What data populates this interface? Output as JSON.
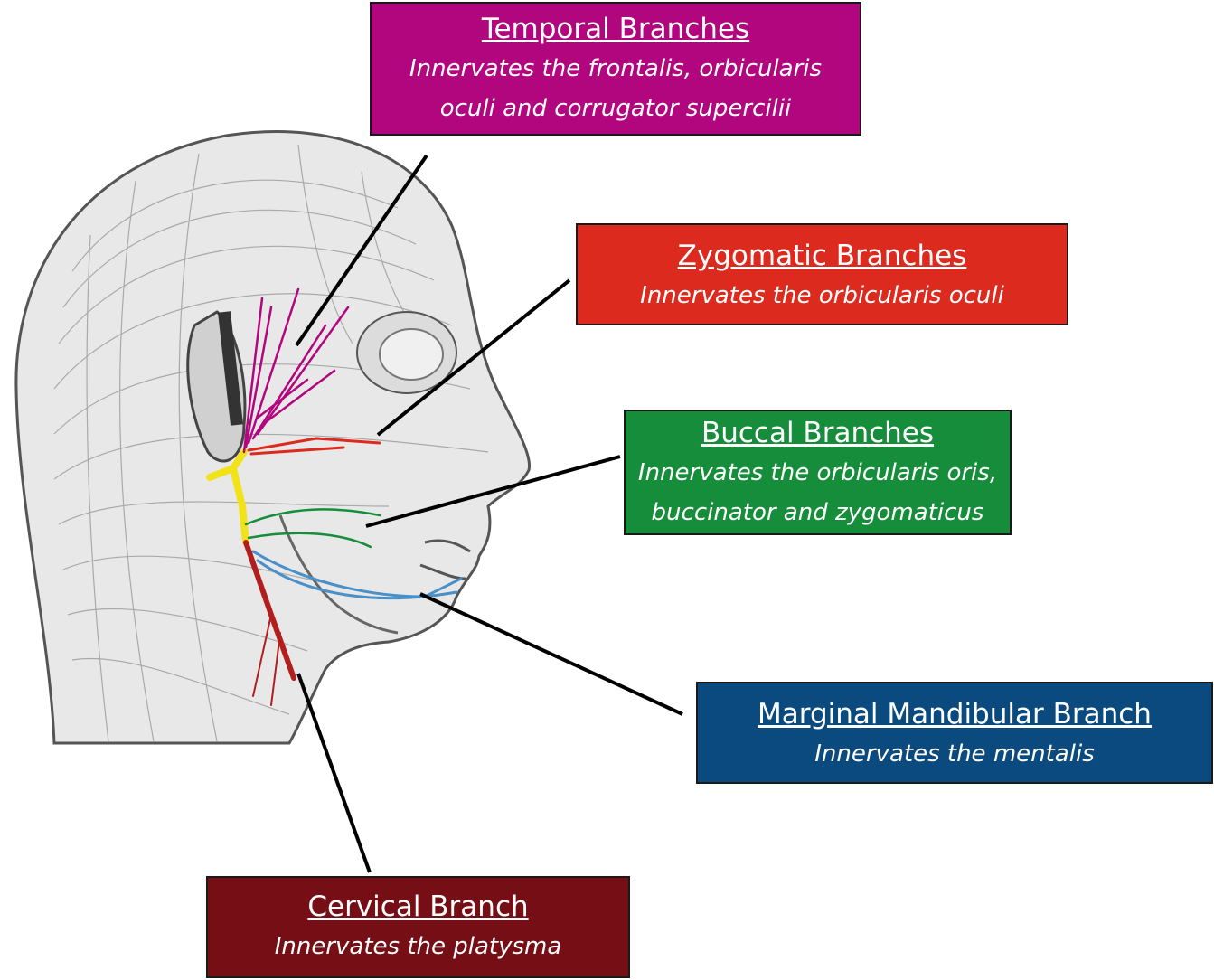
{
  "colors": {
    "temporal": "#b2067e",
    "zygomatic": "#dc2a1f",
    "buccal": "#168d3a",
    "marginal_mandibular": "#0b4a7e",
    "cervical": "#760e16",
    "facial_nerve_trunk": "#f2e21a",
    "cervical_nerve": "#b21e1e",
    "marginal_nerve": "#4a90c8"
  },
  "labels": {
    "temporal": {
      "title": "Temporal Branches",
      "desc_line1": "Innervates the frontalis, orbicularis",
      "desc_line2": "oculi and corrugator supercilii"
    },
    "zygomatic": {
      "title": "Zygomatic Branches",
      "desc_line1": "Innervates the orbicularis oculi"
    },
    "buccal": {
      "title": "Buccal Branches",
      "desc_line1": "Innervates the orbicularis oris,",
      "desc_line2": "buccinator and zygomaticus"
    },
    "marginal_mandibular": {
      "title": "Marginal Mandibular Branch",
      "desc_line1": "Innervates the mentalis"
    },
    "cervical": {
      "title": "Cervical Branch",
      "desc_line1": "Innervates the platysma"
    }
  }
}
